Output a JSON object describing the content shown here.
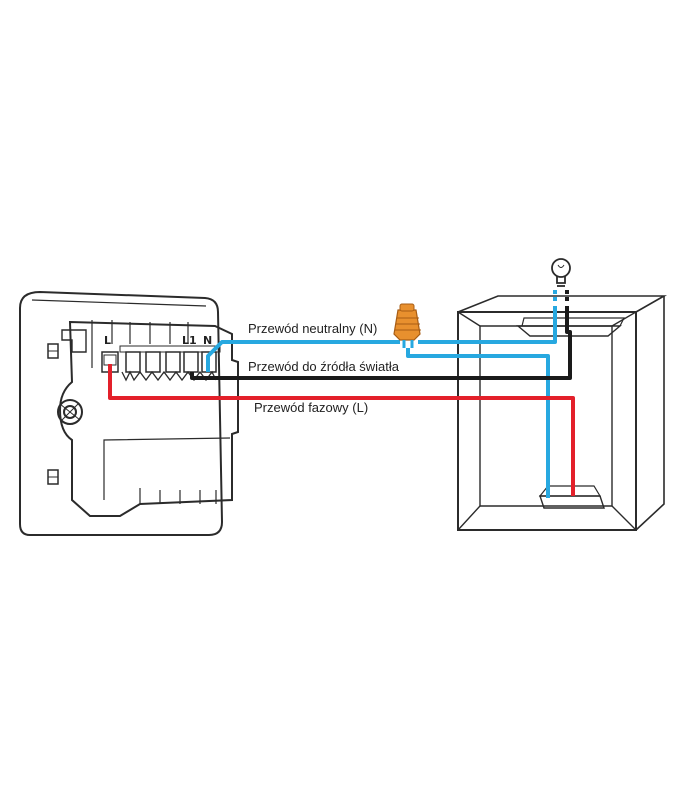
{
  "diagram": {
    "terminals": {
      "l": "L",
      "l1": "L1",
      "n": "N"
    },
    "wires": {
      "neutral_label": "Przewód neutralny (N)",
      "light_source_label": "Przewód do źródła światła",
      "phase_label": "Przewód fazowy (L)"
    },
    "colors": {
      "neutral": "#27a8e0",
      "light_source": "#1a1a1a",
      "phase": "#e3202a",
      "connector": "#e8902e",
      "outline": "#2b2b2b"
    },
    "icons": {
      "connector": "wire-connector-icon",
      "bulb": "light-bulb-icon"
    }
  }
}
